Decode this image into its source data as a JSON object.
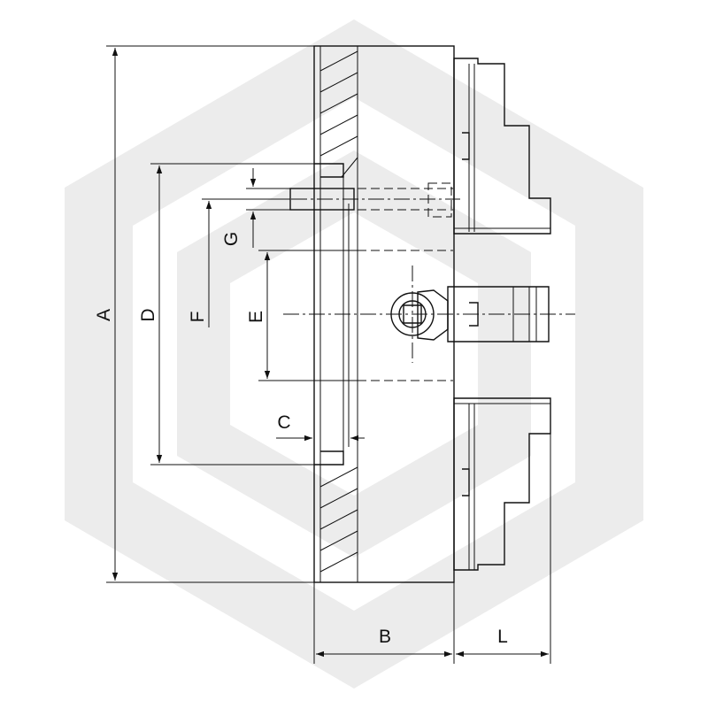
{
  "dimensions": {
    "A": "A",
    "B": "B",
    "C": "C",
    "D": "D",
    "E": "E",
    "F": "F",
    "G": "G",
    "L": "L"
  }
}
